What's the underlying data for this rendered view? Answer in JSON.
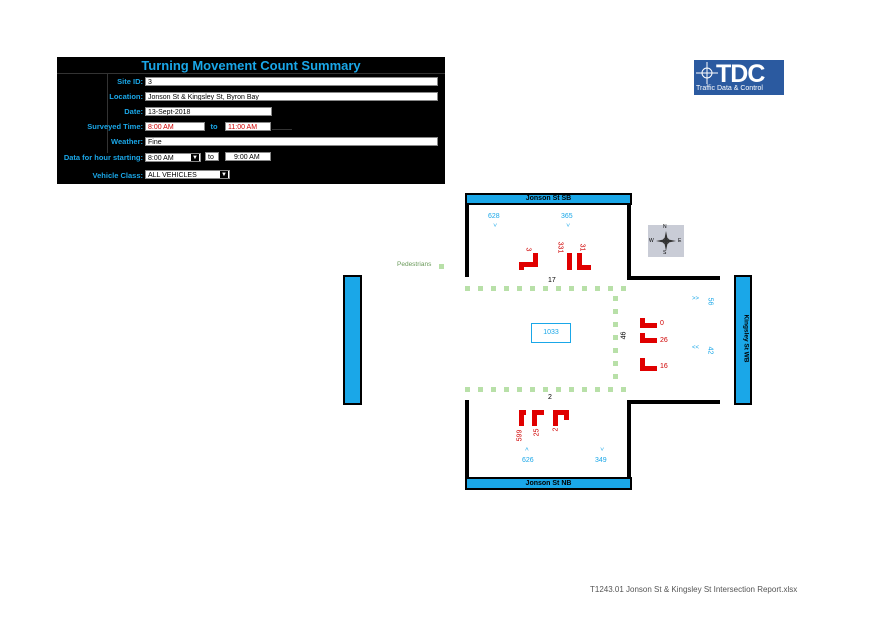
{
  "summary": {
    "title": "Turning Movement Count Summary",
    "site_id_label": "Site ID:",
    "site_id": "3",
    "location_label": "Location:",
    "location": "Jonson St & Kingsley St, Byron Bay",
    "date_label": "Date:",
    "date": "13-Sept-2018",
    "surveyed_time_label": "Surveyed Time:",
    "surveyed_start": "8:00 AM",
    "to_label": "to",
    "surveyed_end": "11:00 AM",
    "weather_label": "Weather:",
    "weather": "Fine",
    "hour_label": "Data for hour starting:",
    "hour_start": "8:00 AM",
    "hour_to": "to",
    "hour_end": "9:00 AM",
    "class_label": "Vehicle Class:",
    "vehicle_class": "ALL VEHICLES"
  },
  "logo": {
    "big": "TDC",
    "small": "Traffic Data & Control"
  },
  "intersection": {
    "north_road": "Jonson St SB",
    "south_road": "Jonson St NB",
    "east_road": "Kingsley St WB",
    "pedestrians_label": "Pedestrians",
    "compass": {
      "n": "N",
      "s": "S",
      "e": "E",
      "w": "W"
    },
    "north_in": "628",
    "north_out": "365",
    "north_left": "3",
    "north_through": "331",
    "north_right": "31",
    "north_ped": "17",
    "center_total": "1033",
    "east_ped": "46",
    "east_out": "56",
    "east_in": "42",
    "east_turn_a": "0",
    "east_turn_b": "26",
    "east_turn_c": "16",
    "south_ped": "2",
    "south_left": "599",
    "south_through": "25",
    "south_right": "2",
    "south_in": "626",
    "south_out": "349",
    "arrow_up": ">",
    "arrow_down": ">",
    "arrow_left": "<<",
    "arrow_right": ">>"
  },
  "footer": "T1243.01 Jonson St & Kingsley St Intersection Report.xlsx"
}
